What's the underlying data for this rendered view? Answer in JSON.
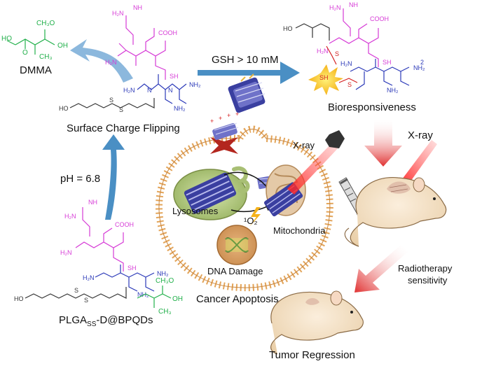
{
  "labels": {
    "dmma": "DMMA",
    "surface_charge": "Surface Charge Flipping",
    "gsh": "GSH  >  10 mM",
    "bioresponsiveness": "Bioresponsiveness",
    "ph": "pH = 6.8",
    "xray_cell": "X-ray",
    "xray_mouse": "X-ray",
    "lysosomes": "Lysosomes",
    "mitochondria": "Mitochondria",
    "singlet_oxygen": "¹O₂",
    "dna_damage": "DNA Damage",
    "cancer_apoptosis": "Cancer Apoptosis",
    "plga": "PLGA",
    "plga_sub": "SS",
    "plga_rest": "-D@BPQDs",
    "radiotherapy_1": "Radiotherapy",
    "radiotherapy_2": "sensitivity",
    "tumor_regression": "Tumor Regression"
  },
  "chem_text": {
    "dmma_ch3o": "CH₃O",
    "dmma_ch3": "CH₃",
    "dmma_oh": "OH",
    "dmma_ho": "HO",
    "dmma_o": "O",
    "h2n": "H₂N",
    "nh": "NH",
    "nh2": "NH₂",
    "cooh": "COOH",
    "sh": "SH",
    "n": "N",
    "h": "H",
    "o": "O",
    "ho": "HO",
    "s": "S",
    "ch3o": "CH₃O",
    "ch3": "CH₃",
    "oh": "OH",
    "sub2": "2",
    "plus": "+"
  },
  "colors": {
    "arrow_blue": "#4a8fc4",
    "arrow_red": "#e03030",
    "membrane": "#e3a55a",
    "lysosome": "#a8bf74",
    "nucleus": "#d19860",
    "mouse": "#f3dfc0",
    "peptide": "#d63bd6",
    "polymer": "#2b39b8",
    "dmma": "#22b04b"
  }
}
